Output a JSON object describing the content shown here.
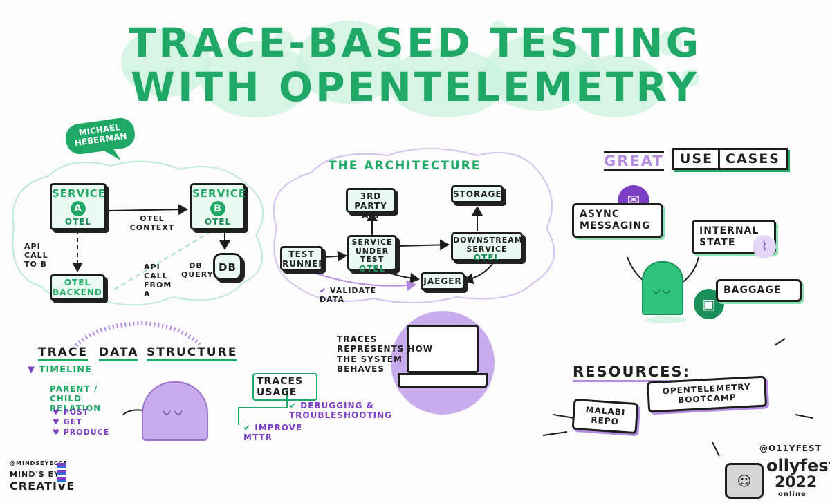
{
  "title": {
    "line1": "TRACE-BASED TESTING",
    "line2": "WITH OPENTELEMETRY"
  },
  "speaker": "MICHAEL HEBERMAN",
  "left_diagram": {
    "service_a": {
      "label": "SERVICE",
      "letter": "A",
      "otel": "OTEL"
    },
    "service_b": {
      "label": "SERVICE",
      "letter": "B",
      "otel": "OTEL"
    },
    "otel_context": "OTEL CONTEXT",
    "api_call_to_b": "API CALL TO B",
    "otel_backend": "OTEL BACKEND",
    "api_call_from_a": "API CALL FROM A",
    "db_query": "DB QUERY",
    "db": "DB"
  },
  "architecture": {
    "heading": "THE ARCHITECTURE",
    "third_party": "3RD PARTY API",
    "storage": "STORAGE",
    "test_runner": "TEST RUNNER",
    "sut": "SERVICE UNDER TEST",
    "sut_otel": "OTEL",
    "downstream": "DOWNSTREAM SERVICE",
    "downstream_otel": "OTEL",
    "jaeger": "JAEGER",
    "validate": "VALIDATE DATA"
  },
  "use_cases": {
    "heading_great": "GREAT",
    "heading_use": "USE",
    "heading_cases": "CASES",
    "async": "ASYNC MESSAGING",
    "internal": "INTERNAL STATE",
    "baggage": "BAGGAGE"
  },
  "trace_structure": {
    "heading_trace": "TRACE",
    "heading_data": "DATA",
    "heading_structure": "STRUCTURE",
    "timeline": "TIMELINE",
    "relation": "PARENT / CHILD RELATION",
    "items": [
      "POST",
      "GET",
      "PRODUCE"
    ]
  },
  "traces_usage": {
    "heading": "TRACES USAGE",
    "debugging": "DEBUGGING & TROUBLESHOOTING",
    "mttr": "IMPROVE MTTR"
  },
  "laptop_text": "TRACES REPRESENTS HOW THE SYSTEM BEHAVES",
  "resources": {
    "heading": "RESOURCES:",
    "bootcamp": "OPENTELEMETRY BOOTCAMP",
    "malabi": "MALABI REPO"
  },
  "credits": {
    "handle": "@MINDSEYECCF",
    "brand_line1": "MIND'S EYE",
    "brand_line2": "CREATIVE",
    "ollyfest_handle": "@O11YFEST",
    "ollyfest": "ollyfest",
    "year": "2022",
    "online": "online"
  }
}
